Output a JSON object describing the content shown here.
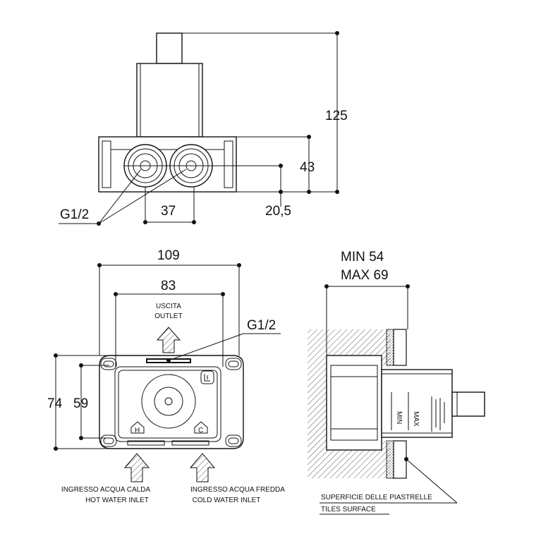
{
  "dimensions": {
    "total_height": "125",
    "upper_height": "43",
    "offset": "20,5",
    "port_spacing": "37",
    "thread_top": "G1/2",
    "width_outer": "109",
    "width_inner": "83",
    "thread_front": "G1/2",
    "height_outer": "74",
    "height_inner": "59",
    "min_depth": "MIN 54",
    "max_depth": "MAX 69"
  },
  "labels": {
    "outlet_it": "USCITA",
    "outlet_en": "OUTLET",
    "hot_inlet_it": "INGRESSO ACQUA CALDA",
    "hot_inlet_en": "HOT WATER INLET",
    "cold_inlet_it": "INGRESSO ACQUA FREDDA",
    "cold_inlet_en": "COLD WATER INLET",
    "tiles_it": "SUPERFICIE DELLE PIASTRELLE",
    "tiles_en": "TILES SURFACE",
    "hot_marker": "H",
    "cold_marker": "C",
    "min_mark": "MIN",
    "max_mark": "MAX"
  }
}
